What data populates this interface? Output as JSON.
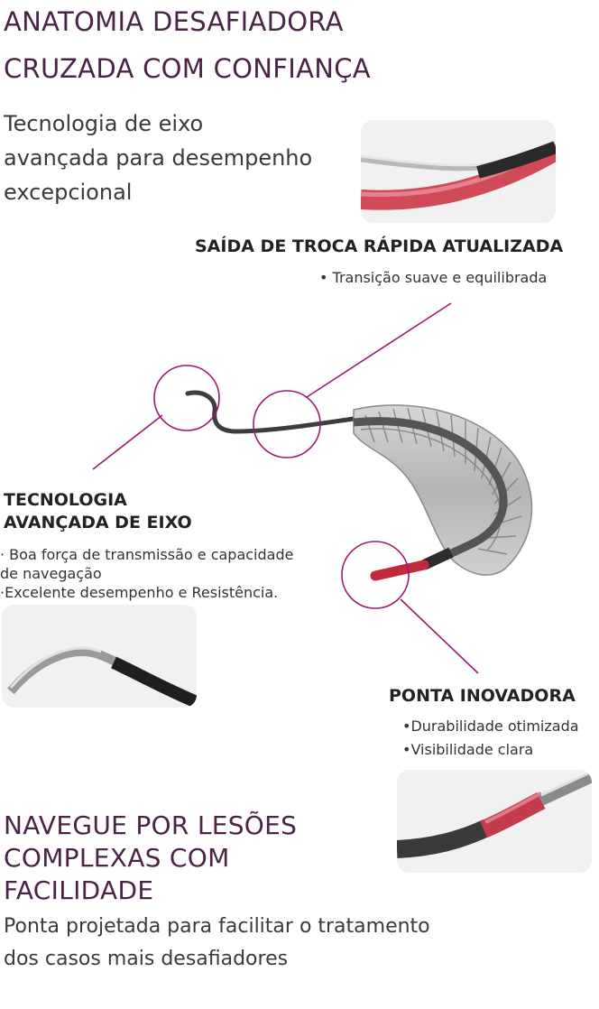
{
  "header": {
    "title_line1": "ANATOMIA DESAFIADORA",
    "title_line2": "CRUZADA COM CONFIANÇA",
    "intro_line1": "Tecnologia de eixo",
    "intro_line2": "avançada para desempenho",
    "intro_line3": "excepcional"
  },
  "callout_exchange": {
    "title": "SAÍDA DE TROCA RÁPIDA ATUALIZADA",
    "bullet": "• Transição suave e equilibrada"
  },
  "callout_shaft": {
    "title_line1": "TECNOLOGIA",
    "title_line2": "AVANÇADA DE EIXO",
    "bullet1_line1": "· Boa força de transmissão e capacidade",
    "bullet1_line2": "de navegação",
    "bullet2": "·Excelente desempenho e Resistência."
  },
  "callout_tip": {
    "title": "PONTA INOVADORA",
    "bullet1": "•Durabilidade otimizada",
    "bullet2": "•Visibilidade clara"
  },
  "footer": {
    "title_line1": "NAVEGUE POR LESÕES",
    "title_line2": "COMPLEXAS COM",
    "title_line3": "FACILIDADE",
    "text_line1": "Ponta projetada para facilitar o tratamento",
    "text_line2": "dos casos mais desafiadores"
  },
  "colors": {
    "heading": "#4a2446",
    "accent": "#9b1b6f",
    "tip_red": "#c22a3c"
  }
}
